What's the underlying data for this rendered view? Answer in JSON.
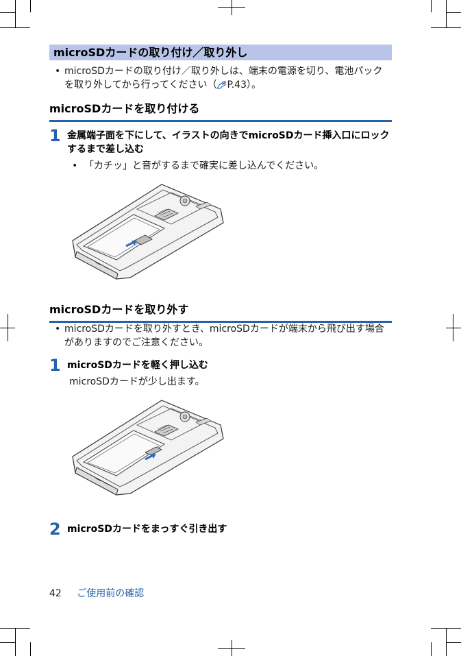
{
  "section_title": "microSDカードの取り付け／取り外し",
  "intro_bullet_pre": "microSDカードの取り付け／取り外しは、端末の電源を切り、電池パックを取り外してから行ってください（",
  "intro_ref": "P.43",
  "intro_bullet_post": "）。",
  "attach": {
    "heading": "microSDカードを取り付ける",
    "step1_num": "1",
    "step1_text": "金属端子面を下にして、イラストの向きでmicroSDカード挿入口にロックするまで差し込む",
    "step1_bullet": "「カチッ」と音がするまで確実に差し込んでください。"
  },
  "remove": {
    "heading": "microSDカードを取り外す",
    "bullet": "microSDカードを取り外すとき、microSDカードが端末から飛び出す場合がありますのでご注意ください。",
    "step1_num": "1",
    "step1_text": "microSDカードを軽く押し込む",
    "step1_note": "microSDカードが少し出ます。",
    "step2_num": "2",
    "step2_text": "microSDカードをまっすぐ引き出す"
  },
  "footer": {
    "page_number": "42",
    "section_name": "ご使用前の確認"
  },
  "colors": {
    "accent": "#2462ae",
    "header_band": "#b8c4e8",
    "arrow": "#2a6ec0"
  },
  "icons": [
    "hand-pointer-icon"
  ]
}
